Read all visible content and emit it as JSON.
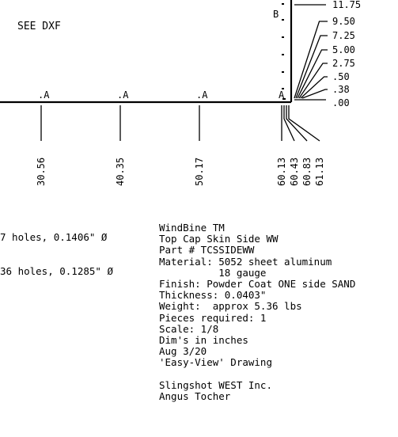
{
  "drawing": {
    "see_note": "SEE DXF",
    "edge_label": "B",
    "bottom_edge": {
      "points": [
        {
          "label": ".A",
          "value": "30.56"
        },
        {
          "label": ".A",
          "value": "40.35"
        },
        {
          "label": ".A",
          "value": "50.17"
        },
        {
          "label": "A",
          "value": "60.13"
        }
      ],
      "extra_values": [
        "60.43",
        "60.83",
        "61.13"
      ]
    },
    "right_edge_values": [
      "11.75",
      "9.50",
      "7.25",
      "5.00",
      "2.75",
      ".50",
      ".38",
      ".00"
    ]
  },
  "hole_notes": [
    "7 holes, 0.1406\" Ø",
    "36 holes, 0.1285\" Ø"
  ],
  "title_block": {
    "lines": [
      "WindBine TM",
      "Top Cap Skin Side WW",
      "Part # TCSSIDEWW",
      "Material: 5052 sheet aluminum",
      "          18 gauge",
      "Finish: Powder Coat ONE side SAND",
      "Thickness: 0.0403\"",
      "Weight:  approx 5.36 lbs",
      "Pieces required: 1",
      "Scale: 1/8",
      "Dim's in inches",
      "Aug 3/20",
      "'Easy-View' Drawing",
      "",
      "Slingshot WEST Inc.",
      "Angus Tocher"
    ]
  }
}
